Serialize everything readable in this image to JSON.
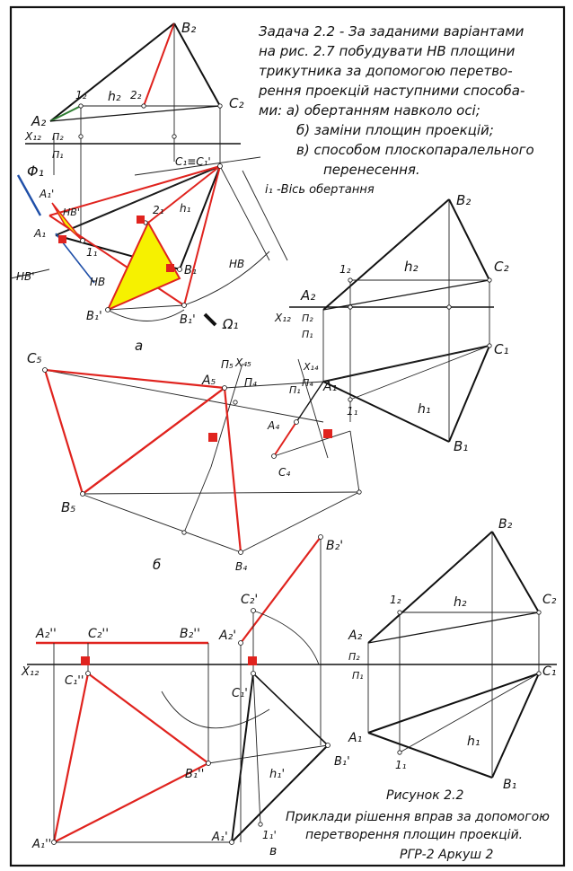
{
  "task": {
    "lines": [
      "Задача 2.2 - За заданими варіантами",
      "на рис. 2.7 побудувати НВ площини",
      "трикутника за допомогою перетво-",
      "рення проекцій наступними способа-",
      "ми: а) обертанням навколо осі;",
      "б) заміни площин проекцій;",
      "в) способом плоскопаралельного",
      "перенесення."
    ]
  },
  "caption": {
    "figure": "Рисунок 2.2",
    "line1": "Приклади рішення вправ за допомогою",
    "line2": "перетворення площин проекцій.",
    "sheet": "РГР-2 Аркуш 2"
  },
  "labels": {
    "axis_note": "i₁ -Вісь обертання",
    "hv": "НВ",
    "hv1": "НВ'",
    "sub_a": "а",
    "sub_b": "б",
    "sub_v": "в",
    "B2": "B₂",
    "C2": "C₂",
    "A2": "A₂",
    "h2": "h₂",
    "one2": "1₂",
    "two2": "2₂",
    "X12": "X₁₂",
    "P2": "П₂",
    "P1": "П₁",
    "C1eq": "C₁≡C₁'",
    "i1": "i₁",
    "A1": "A₁",
    "A1p": "A₁'",
    "B1": "B₁",
    "B1p": "B₁'",
    "C1": "C₁",
    "one1": "1₁",
    "two1": "2₁",
    "h1": "h₁",
    "Phi1": "Φ₁",
    "Omega1": "Ω₁",
    "C5": "C₅",
    "A5": "A₅",
    "B5": "B₅",
    "X45": "X₄₅",
    "P5": "П₅",
    "P4": "П₄",
    "A4": "A₄",
    "C4": "C₄",
    "B4": "B₄",
    "X14": "X₁₄",
    "P1b": "П₁",
    "P4b": "П₄",
    "B2p": "B₂'",
    "C2p": "C₂'",
    "A2p": "A₂'",
    "A2pp": "A₂''",
    "C2pp": "C₂''",
    "B2pp": "B₂''",
    "C1pp": "C₁''",
    "C1p": "C₁'",
    "B1pp": "B₁''",
    "B1p2": "B₁'",
    "A1pp": "A₁''",
    "A1p2": "A₁'",
    "h1p": "h₁'",
    "one1p": "1₁'",
    "X12c": "X₁₂"
  },
  "colors": {
    "ink": "#111111",
    "red": "#e0231e",
    "yellow": "#f6f100",
    "blue": "#1f4fa8",
    "green": "#2e7d32"
  }
}
